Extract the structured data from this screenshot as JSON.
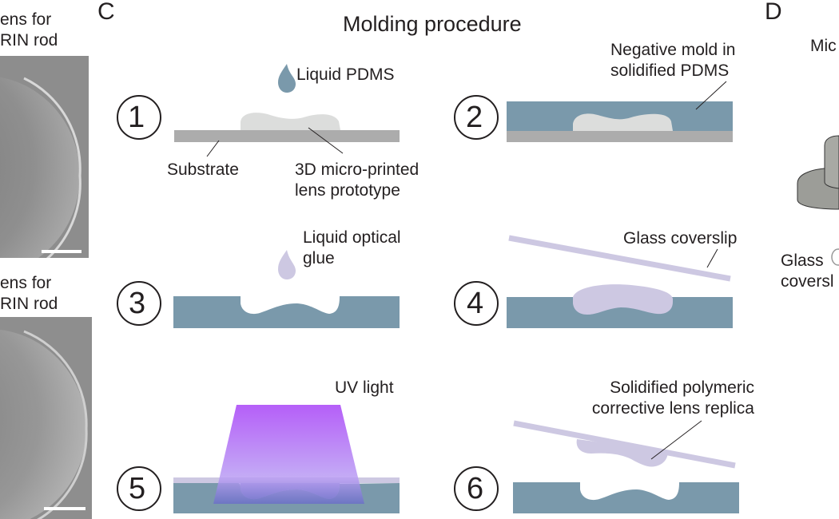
{
  "panel_b": {
    "label_top": [
      "ens for",
      "RIN rod"
    ],
    "label_bottom": [
      "ens for",
      "RIN rod"
    ]
  },
  "panel_c": {
    "letter": "C",
    "title": "Molding procedure",
    "steps": [
      {
        "number": "1",
        "labels": {
          "drop": "Liquid PDMS",
          "substrate": "Substrate",
          "prototype": [
            "3D micro-printed",
            "lens prototype"
          ]
        }
      },
      {
        "number": "2",
        "labels": {
          "mold": [
            "Negative mold in",
            "solidified PDMS"
          ]
        }
      },
      {
        "number": "3",
        "labels": {
          "drop": [
            "Liquid optical",
            "glue"
          ]
        }
      },
      {
        "number": "4",
        "labels": {
          "coverslip": "Glass coverslip"
        }
      },
      {
        "number": "5",
        "labels": {
          "uv": "UV light"
        }
      },
      {
        "number": "6",
        "labels": {
          "replica": [
            "Solidified polymeric",
            "corrective lens replica"
          ]
        }
      }
    ]
  },
  "panel_d": {
    "letter": "D",
    "title_partial": "Mic",
    "label_partial": [
      "Glass",
      "coversl"
    ]
  },
  "colors": {
    "pdms": "#7a99ab",
    "substrate": "#acacac",
    "prototype": "#dcdddc",
    "glue": "#cdc8e2",
    "uv_top": "#a53cf7",
    "uv_bottom": "#b79bf3",
    "text": "#231f20"
  }
}
